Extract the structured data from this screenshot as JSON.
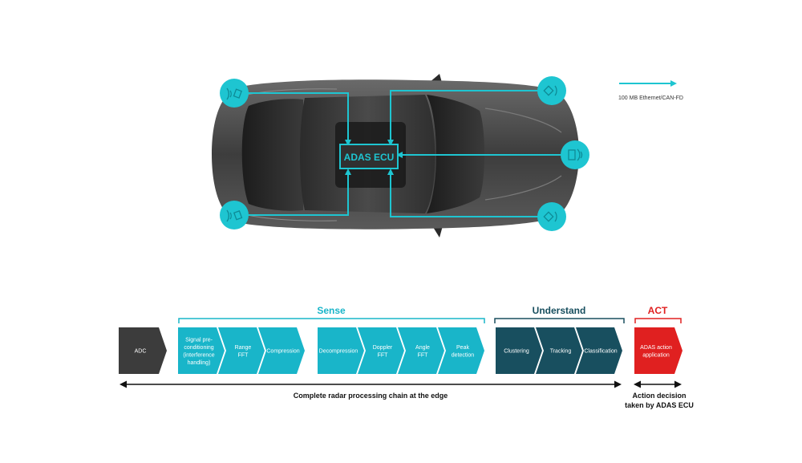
{
  "legend": {
    "label": "100 MB Ethernet/CAN-FD",
    "color": "#1ec5d1"
  },
  "ecu": {
    "label": "ADAS ECU"
  },
  "sensors": [
    {
      "name": "front-left"
    },
    {
      "name": "front-right"
    },
    {
      "name": "side-right"
    },
    {
      "name": "rear-left"
    },
    {
      "name": "rear-right"
    }
  ],
  "groups": {
    "sense": {
      "label": "Sense",
      "color": "#19b5c9"
    },
    "understand": {
      "label": "Understand",
      "color": "#184f5f"
    },
    "act": {
      "label": "ACT",
      "color": "#e02020"
    }
  },
  "chain": {
    "adc": {
      "label": "ADC",
      "color": "#3c3c3c"
    },
    "sense_steps": [
      {
        "lines": [
          "Signal pre-",
          "conditioning",
          "(interference",
          "handling)"
        ]
      },
      {
        "lines": [
          "Range",
          "FFT"
        ]
      },
      {
        "lines": [
          "Compression"
        ]
      },
      {
        "lines": [
          "Decompression"
        ]
      },
      {
        "lines": [
          "Doppler",
          "FFT"
        ]
      },
      {
        "lines": [
          "Angle",
          "FFT"
        ]
      },
      {
        "lines": [
          "Peak",
          "detection"
        ]
      }
    ],
    "understand_steps": [
      {
        "lines": [
          "Clustering"
        ]
      },
      {
        "lines": [
          "Tracking"
        ]
      },
      {
        "lines": [
          "Classification"
        ]
      }
    ],
    "act_steps": [
      {
        "lines": [
          "ADAS action",
          "application"
        ]
      }
    ]
  },
  "bottom": {
    "edge_label": "Complete radar processing chain at the edge",
    "action_line1": "Action decision",
    "action_line2": "taken by ADAS ECU"
  }
}
